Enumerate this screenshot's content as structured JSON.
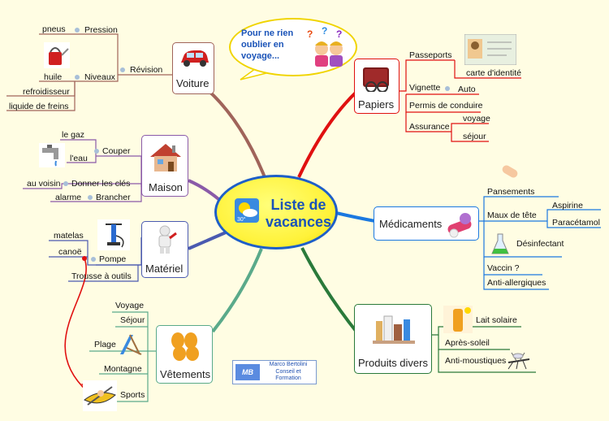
{
  "center": {
    "title_line1": "Liste de",
    "title_line2": "vacances"
  },
  "bubble": {
    "line1": "Pour ne rien",
    "line2": "oublier en",
    "line3": "voyage..."
  },
  "logo": {
    "badge": "MB",
    "line1": "Marco Bertolini",
    "line2": "Conseil et",
    "line3": "Formation"
  },
  "voiture": {
    "label": "Voiture",
    "revision": "Révision",
    "pression": "Pression",
    "pneus": "pneus",
    "niveaux": "Niveaux",
    "huile": "huile",
    "refroidisseur": "refroidisseur",
    "liquide": "liquide de freins"
  },
  "maison": {
    "label": "Maison",
    "couper": "Couper",
    "gaz": "le gaz",
    "eau": "l'eau",
    "donner": "Donner les clés",
    "voisin": "au voisin",
    "brancher": "Brancher",
    "alarme": "alarme"
  },
  "materiel": {
    "label": "Matériel",
    "pompe": "Pompe",
    "matelas": "matelas",
    "canoe": "canoë",
    "trousse": "Trousse à outils"
  },
  "vetements": {
    "label": "Vêtements",
    "voyage": "Voyage",
    "sejour": "Séjour",
    "plage": "Plage",
    "montagne": "Montagne",
    "sports": "Sports"
  },
  "papiers": {
    "label": "Papiers",
    "passeports": "Passeports",
    "carte": "carte d'identité",
    "vignette": "Vignette",
    "auto": "Auto",
    "permis": "Permis de conduire",
    "assurance": "Assurance",
    "voyage": "voyage",
    "sejour": "séjour"
  },
  "medicaments": {
    "label": "Médicaments",
    "pansements": "Pansements",
    "maux": "Maux de tête",
    "aspirine": "Aspirine",
    "paracetamol": "Paracétamol",
    "desinfectant": "Désinfectant",
    "vaccin": "Vaccin ?",
    "anti": "Anti-allergiques"
  },
  "produits": {
    "label": "Produits divers",
    "lait": "Lait solaire",
    "apres": "Après-soleil",
    "moustiques": "Anti-moustiques"
  },
  "colors": {
    "voiture": "#A0645A",
    "maison": "#8A5AA8",
    "materiel": "#4A5AB0",
    "vetements": "#5AAA8A",
    "papiers": "#E01010",
    "medicaments": "#1A78E0",
    "produits": "#2A7A3A",
    "center_border": "#1E5FC8"
  }
}
